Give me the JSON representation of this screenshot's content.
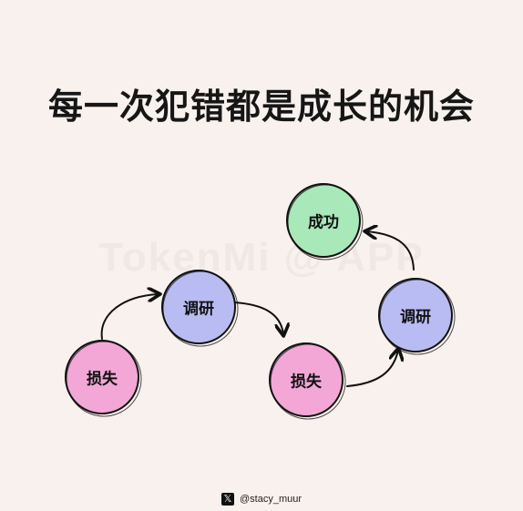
{
  "title": "每一次犯错都是成长的机会",
  "watermark": "TokenMi @ APP",
  "footer": {
    "icon": "x-icon",
    "handle": "@stacy_muur"
  },
  "nodes": [
    {
      "id": "loss-1",
      "label": "损失",
      "color": "#f3a7d7"
    },
    {
      "id": "research-1",
      "label": "调研",
      "color": "#b9bcf2"
    },
    {
      "id": "loss-2",
      "label": "损失",
      "color": "#f3a7d7"
    },
    {
      "id": "research-2",
      "label": "调研",
      "color": "#b9bcf2"
    },
    {
      "id": "success",
      "label": "成功",
      "color": "#a9e8b9"
    }
  ]
}
